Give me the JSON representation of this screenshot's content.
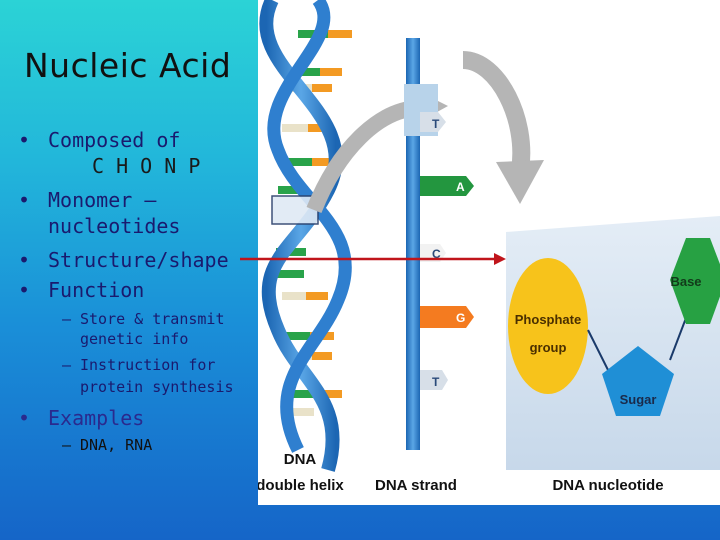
{
  "slide": {
    "title": "Nucleic Acid",
    "bullets": [
      {
        "bullet": "•",
        "line1": "Composed of",
        "line2": "C H O N P"
      },
      {
        "bullet": "•",
        "line1": "Monomer –",
        "line2": "nucleotides"
      },
      {
        "bullet": "•",
        "text": "Structure/shape"
      },
      {
        "bullet": "•",
        "text": "Function"
      }
    ],
    "function_sub": [
      {
        "dash": "–",
        "line1": "Store & transmit",
        "line2": "genetic info"
      },
      {
        "dash": "–",
        "line1": "Instruction for",
        "line2": "protein synthesis"
      }
    ],
    "examples": {
      "bullet": "•",
      "label": "Examples",
      "dash": "–",
      "sub": "DNA, RNA"
    }
  },
  "figure": {
    "labels": {
      "helix_1": "DNA",
      "helix_2": "double helix",
      "strand": "DNA strand",
      "nucleotide": "DNA nucleotide"
    },
    "bases": [
      "T",
      "A",
      "C",
      "G",
      "T"
    ],
    "nucleotide_parts": {
      "phosphate_1": "Phosphate",
      "phosphate_2": "group",
      "sugar": "Sugar",
      "base": "Base"
    },
    "colors": {
      "phosphate": "#f7c31b",
      "sugar": "#1f8fd6",
      "base": "#27a143",
      "strand": "#2e82cf",
      "arrow": "#b5b5b5",
      "pointer": "#c0151b"
    }
  }
}
